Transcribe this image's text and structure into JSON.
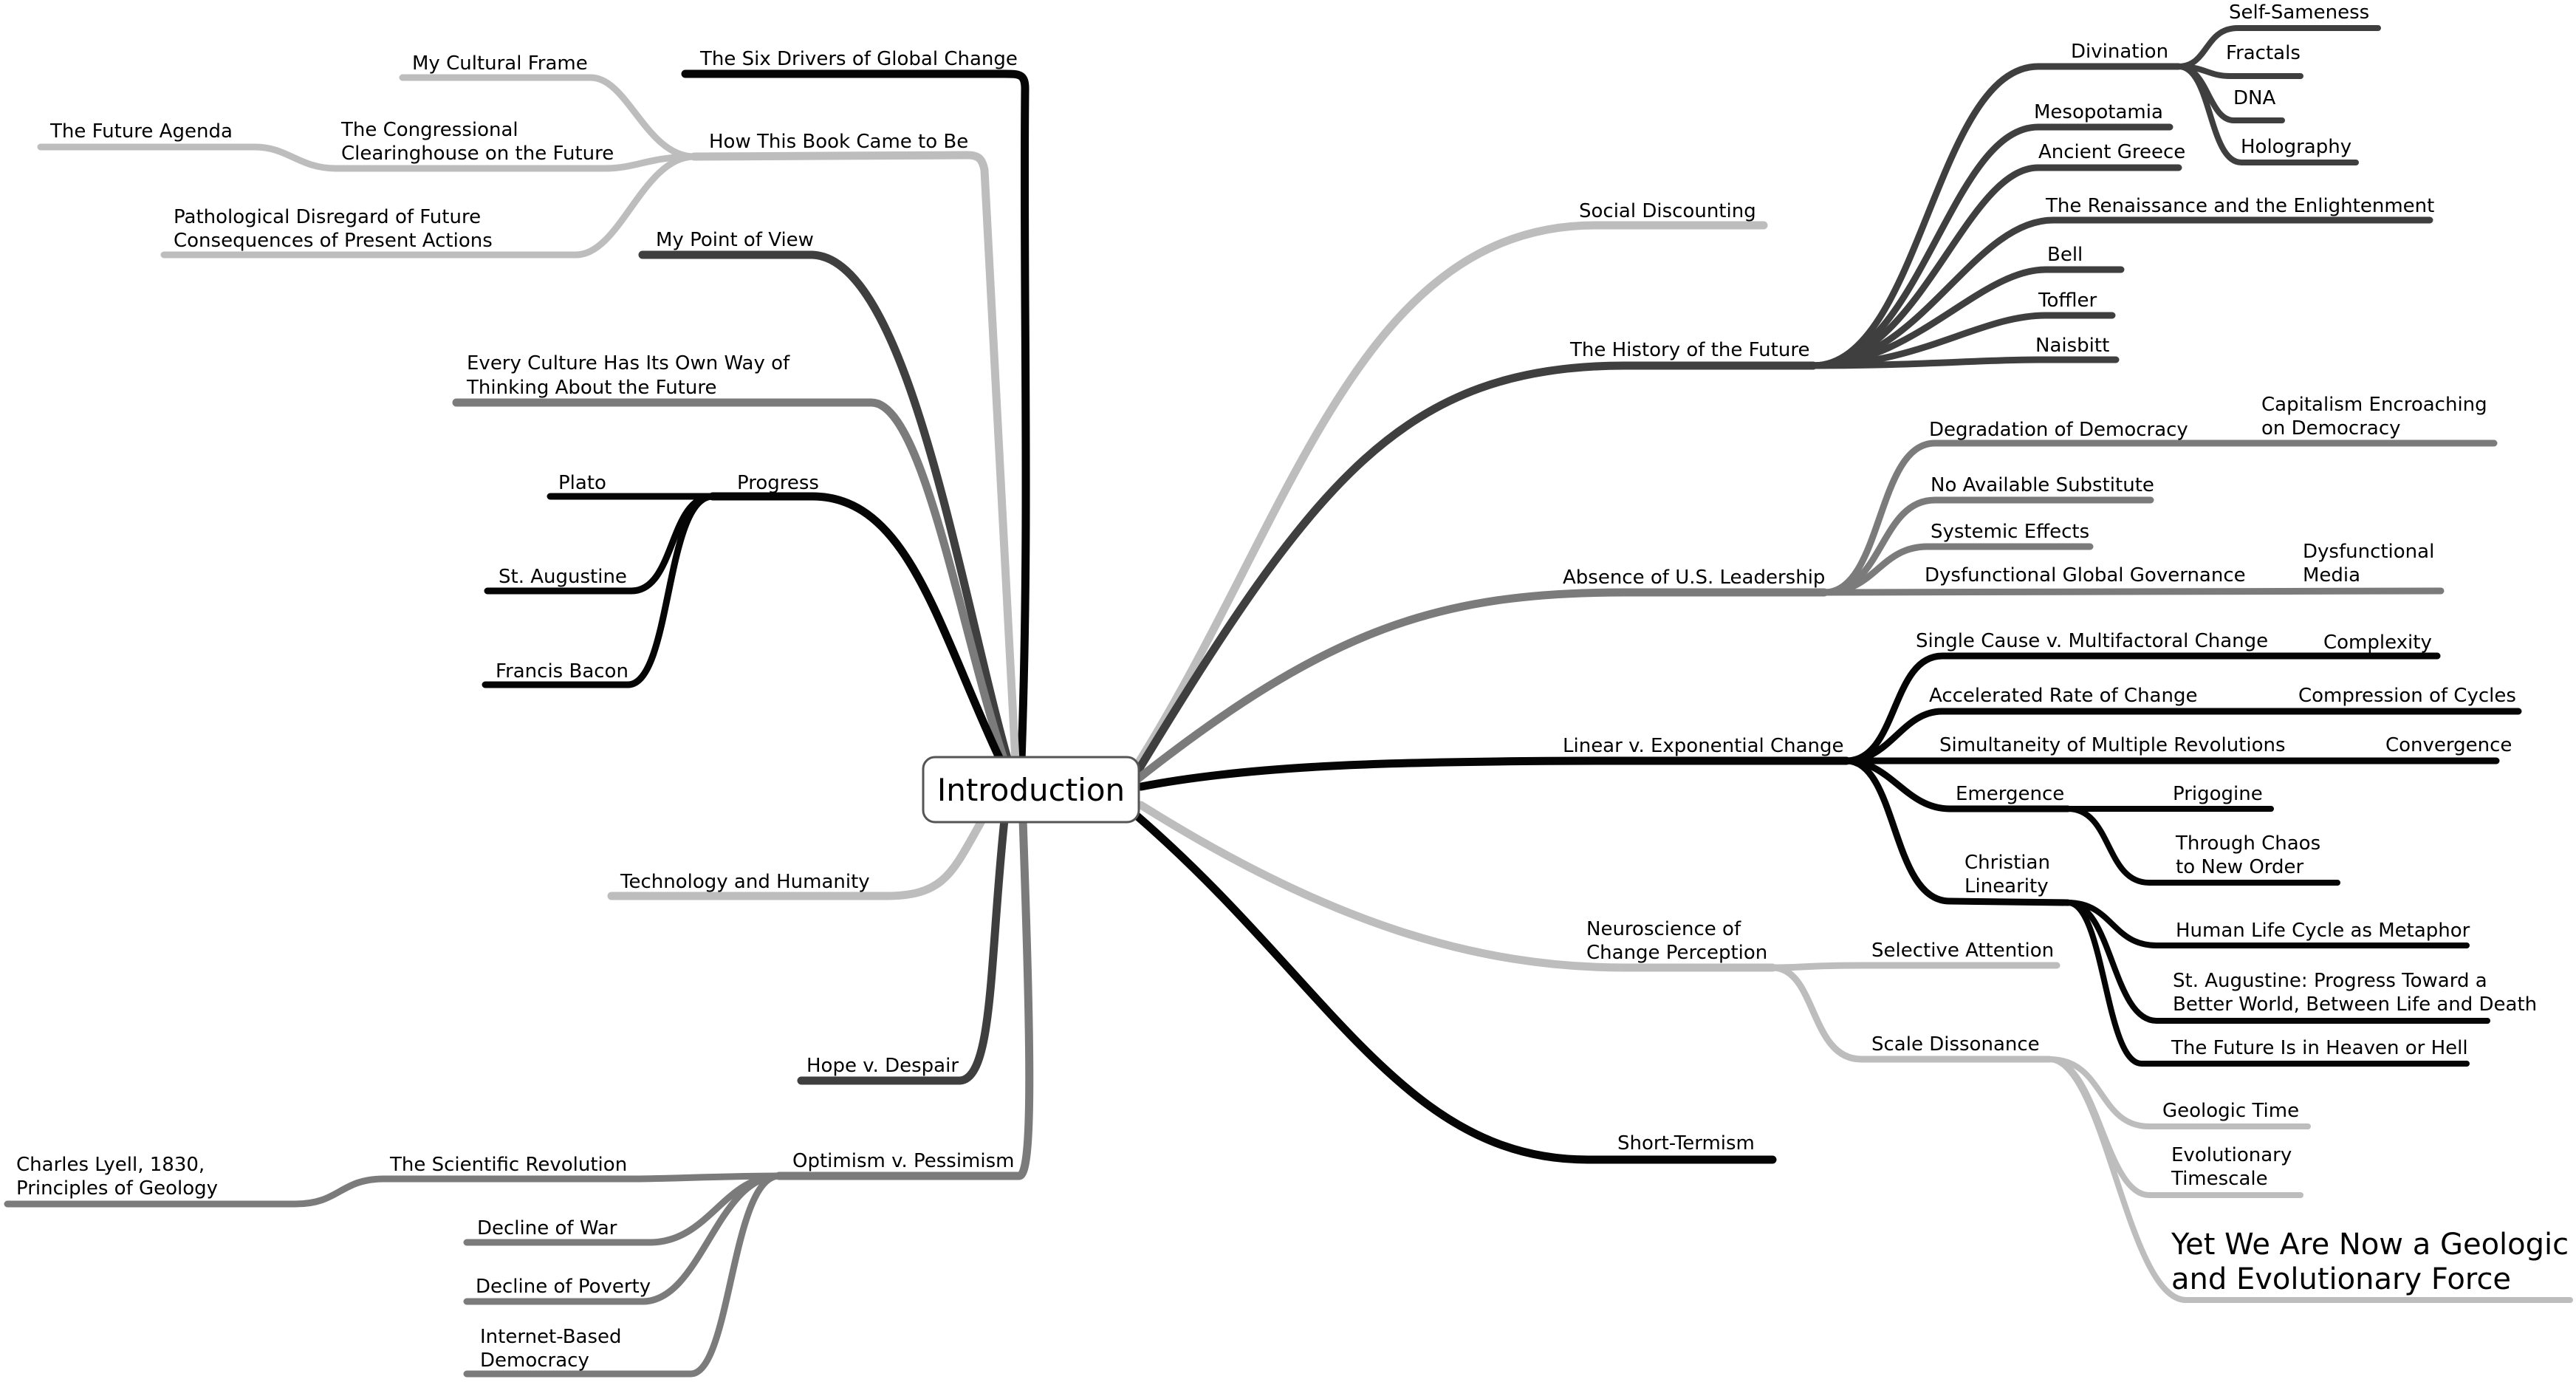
{
  "center": "Introduction",
  "colors": {
    "black": "#050505",
    "dark": "#3f3f3f",
    "mid": "#7b7b7b",
    "light": "#bdbdbd"
  },
  "left": {
    "six_drivers": "The Six Drivers of Global Change",
    "how_book": "How This Book Came to Be",
    "cultural_frame": "My Cultural Frame",
    "congressional_1": "The Congressional",
    "congressional_2": "Clearinghouse on the Future",
    "future_agenda": "The Future Agenda",
    "pathological_1": "Pathological Disregard of Future",
    "pathological_2": "Consequences of Present Actions",
    "point_of_view": "My Point of View",
    "every_culture_1": "Every Culture Has Its Own Way of",
    "every_culture_2": "Thinking About the Future",
    "progress": "Progress",
    "plato": "Plato",
    "st_augustine": "St. Augustine",
    "francis_bacon": "Francis Bacon",
    "technology": "Technology and Humanity",
    "hope": "Hope v. Despair",
    "optimism": "Optimism v. Pessimism",
    "scientific_revolution": "The Scientific Revolution",
    "lyell_1": "Charles Lyell, 1830,",
    "lyell_2": "Principles of Geology",
    "decline_war": "Decline of War",
    "decline_poverty": "Decline of Poverty",
    "internet_1": "Internet-Based",
    "internet_2": "Democracy"
  },
  "right": {
    "social_discounting": "Social Discounting",
    "history": "The History of the Future",
    "divination": "Divination",
    "self_sameness": "Self-Sameness",
    "fractals": "Fractals",
    "dna": "DNA",
    "holography": "Holography",
    "mesopotamia": "Mesopotamia",
    "ancient_greece": "Ancient Greece",
    "renaissance": "The Renaissance and the Enlightenment",
    "bell": "Bell",
    "toffler": "Toffler",
    "naisbitt": "Naisbitt",
    "absence": "Absence of U.S. Leadership",
    "degradation": "Degradation of Democracy",
    "capitalism_1": "Capitalism Encroaching",
    "capitalism_2": "on Democracy",
    "no_substitute": "No Available Substitute",
    "systemic": "Systemic Effects",
    "dysfunctional_gov": "Dysfunctional Global Governance",
    "dysfunctional_media_1": "Dysfunctional",
    "dysfunctional_media_2": "Media",
    "linear": "Linear v. Exponential Change",
    "single_cause": "Single Cause v. Multifactoral Change",
    "complexity": "Complexity",
    "accelerated": "Accelerated Rate of Change",
    "compression": "Compression of Cycles",
    "simultaneity": "Simultaneity of Multiple Revolutions",
    "convergence": "Convergence",
    "emergence": "Emergence",
    "prigogine": "Prigogine",
    "chaos_1": "Through Chaos",
    "chaos_2": "to New Order",
    "christian_1": "Christian",
    "christian_2": "Linearity",
    "life_cycle": "Human Life Cycle as Metaphor",
    "st_aug_progress_1": "St. Augustine: Progress Toward a",
    "st_aug_progress_2": "Better World, Between Life and Death",
    "heaven_hell": "The Future Is in Heaven or Hell",
    "neuroscience_1": "Neuroscience of",
    "neuroscience_2": "Change Perception",
    "selective": "Selective Attention",
    "scale": "Scale Dissonance",
    "geologic": "Geologic Time",
    "evolutionary_1": "Evolutionary",
    "evolutionary_2": "Timescale",
    "yet_1": "Yet We Are Now a Geologic",
    "yet_2": "and Evolutionary Force",
    "short_termism": "Short-Termism"
  }
}
